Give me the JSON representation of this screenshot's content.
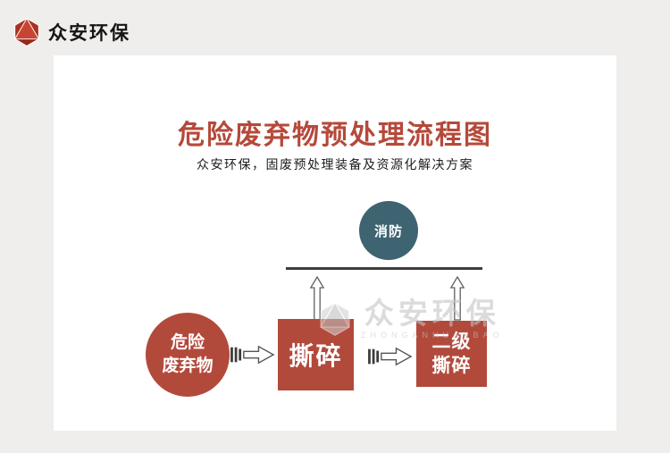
{
  "colors": {
    "page_bg": "#efeeec",
    "card_bg": "#ffffff",
    "accent_red": "#b24a3c",
    "title_red": "#b5493a",
    "logo_red_bright": "#c84434",
    "logo_red_dark": "#96291b",
    "teal": "#3e6472",
    "connector_line": "#3d3d3d",
    "watermark_gray": "#c2c2c2"
  },
  "header": {
    "brand": "众安环保"
  },
  "main": {
    "title": "危险废弃物预处理流程图",
    "subtitle": "众安环保，固废预处理装备及资源化解决方案"
  },
  "diagram": {
    "fire_label": "消防",
    "source_line1": "危险",
    "source_line2": "废弃物",
    "step1_label": "撕碎",
    "step2_line1": "二级",
    "step2_line2": "撕碎",
    "watermark": {
      "text": "众安环保",
      "subtext": "ZHONGANHUANBAO"
    }
  }
}
